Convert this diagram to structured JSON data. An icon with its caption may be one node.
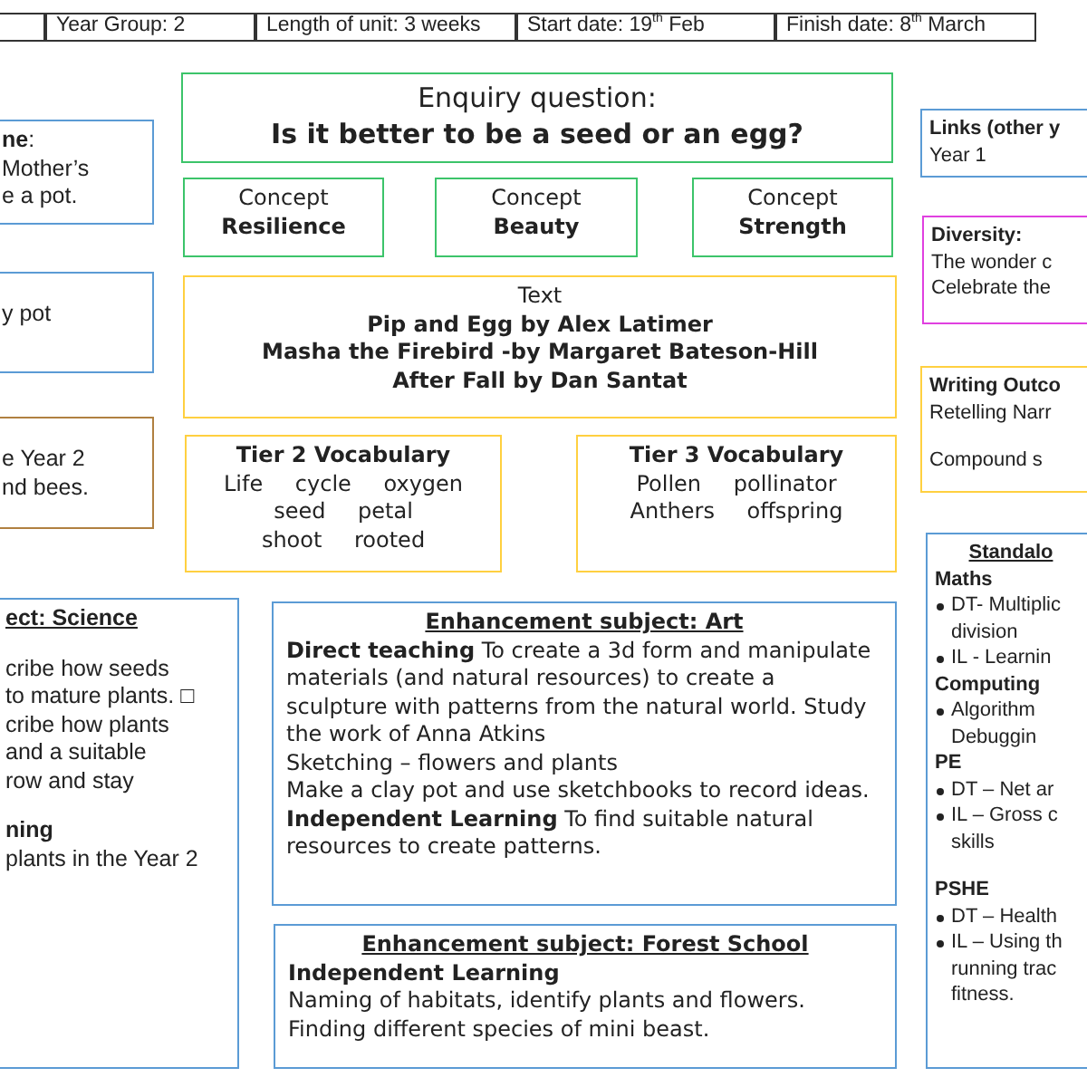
{
  "diagram": {
    "nodes": [
      {
        "text": [
          "**ne**:",
          "Mother’s",
          "e a pot."
        ]
      },
      {
        "text": [
          "y pot"
        ]
      },
      {
        "text": [
          "e Year 2",
          "nd bees."
        ]
      },
      {
        "text": [
          "Enquiry question:",
          "Is it better to be a seed or an egg?"
        ]
      },
      {
        "text": [
          "Concept",
          "Resilience"
        ]
      },
      {
        "text": [
          "Concept",
          "Beauty"
        ]
      },
      {
        "text": [
          "Concept",
          "Strength"
        ]
      },
      {
        "text": [
          "Text",
          "Pip and Egg by Alex Latimer",
          "Masha the Firebird -by Margaret Bateson-Hill",
          "After Fall by Dan Santat"
        ]
      },
      {
        "text": [
          "Tier 2 Vocabulary",
          "Life cycle oxygen",
          "seed petal",
          "shoot rooted"
        ]
      },
      {
        "text": [
          "Tier 3 Vocabulary",
          "Pollen pollinator",
          "Anthers offspring"
        ]
      },
      {
        "text": [
          "Links (other y",
          "Year 1"
        ]
      },
      {
        "text": [
          "Diversity:",
          "The wonder c",
          "Celebrate the"
        ]
      },
      {
        "text": [
          "Writing Outco",
          "Retelling Narr",
          "Compound s"
        ]
      },
      {
        "text": [
          "ect: Science",
          "cribe how seeds",
          "to mature plants. □",
          "cribe how plants",
          "and a suitable",
          "row and stay",
          "ning",
          "plants in the Year 2"
        ]
      },
      {
        "text": [
          "Enhancement subject: Art",
          "**Direct teaching** To create a 3d form and manipulate materials (and natural resources) to create a sculpture with patterns from the natural world. Study the work of Anna Atkins",
          "Sketching – flowers and plants",
          "Make a clay pot and use sketchbooks to record ideas.",
          "**Independent Learning** To find suitable natural resources to create patterns."
        ]
      },
      {
        "text": [
          "Enhancement subject: Forest School",
          "Independent Learning",
          "Naming of habitats, identify plants and flowers. Finding different species of mini beast."
        ]
      },
      {
        "text": [
          "Standalo",
          "Maths",
          "DT- Multiplic division",
          "IL - Learnin",
          "Computing",
          "Algorithm Debuggin",
          "PE",
          "DT – Net ar",
          "IL – Gross c skills",
          "PSHE",
          "DT – Health",
          "IL – Using th running trac fitness."
        ]
      }
    ],
    "labels": [
      "Year Group: 2",
      "Length of unit: 3 weeks",
      "Start date: 19$^{th}$ Feb",
      "Finish date: 8$^{th}$ March"
    ]
  }
}
